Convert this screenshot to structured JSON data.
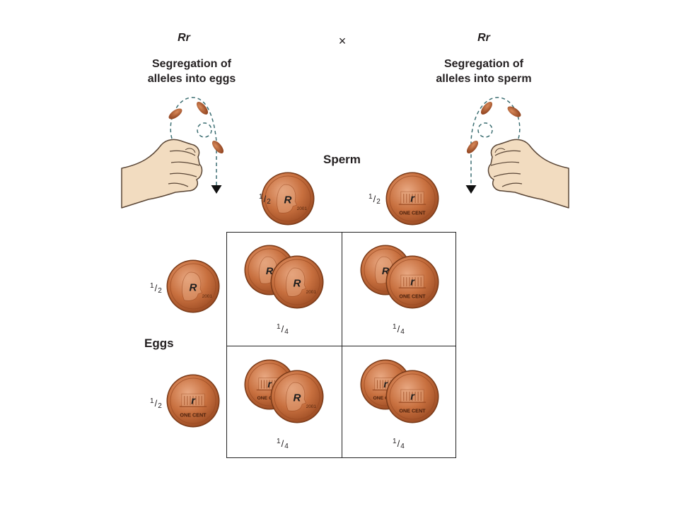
{
  "parents": {
    "left_genotype": "Rr",
    "right_genotype": "Rr",
    "cross_symbol": "×"
  },
  "captions": {
    "left_line1": "Segregation of",
    "left_line2": "alleles into eggs",
    "right_line1": "Segregation of",
    "right_line2": "alleles into sperm"
  },
  "labels": {
    "sperm": "Sperm",
    "eggs": "Eggs"
  },
  "fraction_half": {
    "num": "1",
    "den": "2"
  },
  "fraction_quarter": {
    "num": "1",
    "den": "4"
  },
  "coins": {
    "dominant_allele": "R",
    "recessive_allele": "r",
    "tails_text": "ONE CENT",
    "year": "2001"
  },
  "colors": {
    "copper": "#c8703f",
    "copper_dark": "#9a4a22",
    "copper_light": "#e3a27a",
    "skin": "#f2dcc0",
    "skin_line": "#5a4636",
    "trajectory": "#3d6f73"
  }
}
